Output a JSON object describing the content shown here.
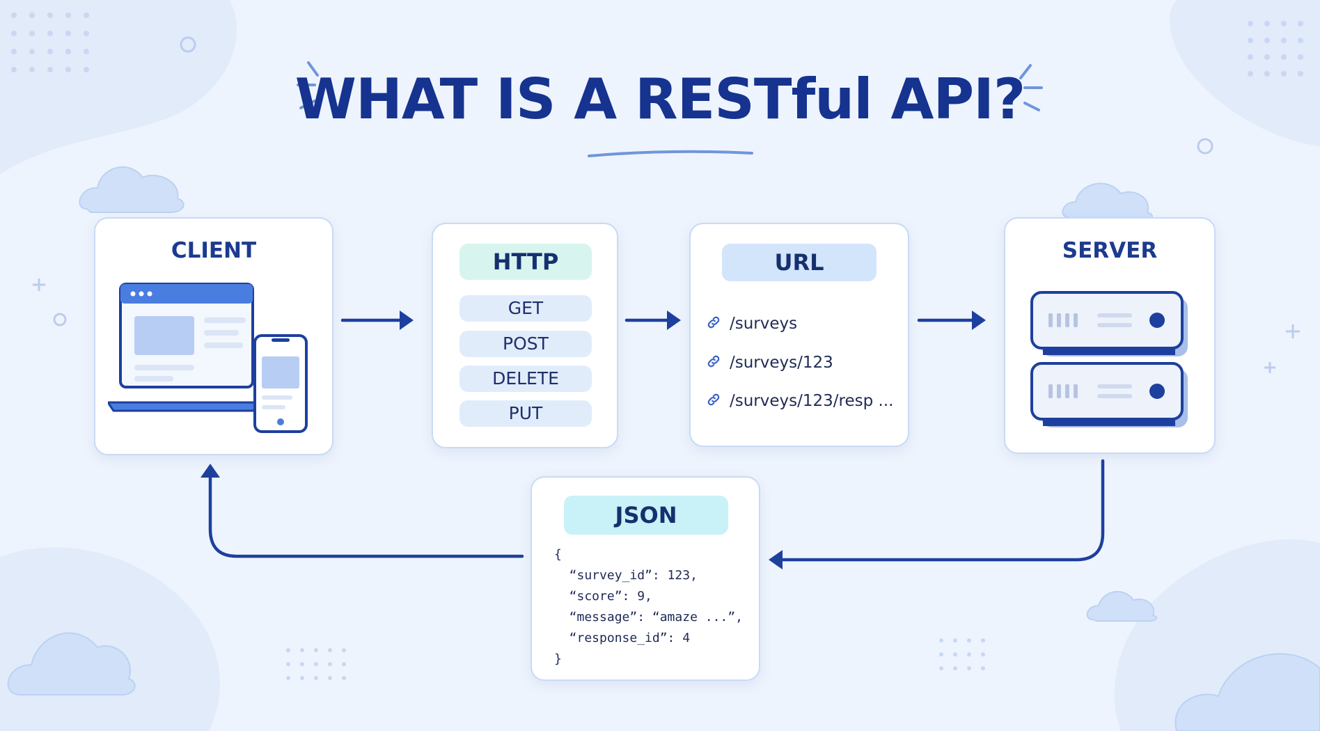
{
  "title": "WHAT IS A RESTful API?",
  "client": {
    "title": "CLIENT"
  },
  "http": {
    "title": "HTTP",
    "methods": [
      "GET",
      "POST",
      "DELETE",
      "PUT"
    ]
  },
  "url": {
    "title": "URL",
    "paths": [
      "/surveys",
      "/surveys/123",
      "/surveys/123/resp ..."
    ]
  },
  "server": {
    "title": "SERVER"
  },
  "json": {
    "title": "JSON",
    "lines": [
      "{",
      "  “survey_id”: 123,",
      "  “score”: 9,",
      "  “message”: “amaze ...”,",
      "  “response_id”: 4",
      "}"
    ]
  },
  "colors": {
    "accent": "#1d3f9e",
    "title": "#15338f",
    "card_border": "#c9daf4",
    "http_pill": "#d8f4ef",
    "json_pill": "#c9f1f8",
    "url_pill": "#d3e5fb",
    "method_pill": "#e1ecfb"
  },
  "icons": [
    "laptop-icon",
    "phone-icon",
    "link-icon",
    "server-icon",
    "cloud-icon",
    "arrow-icon"
  ]
}
